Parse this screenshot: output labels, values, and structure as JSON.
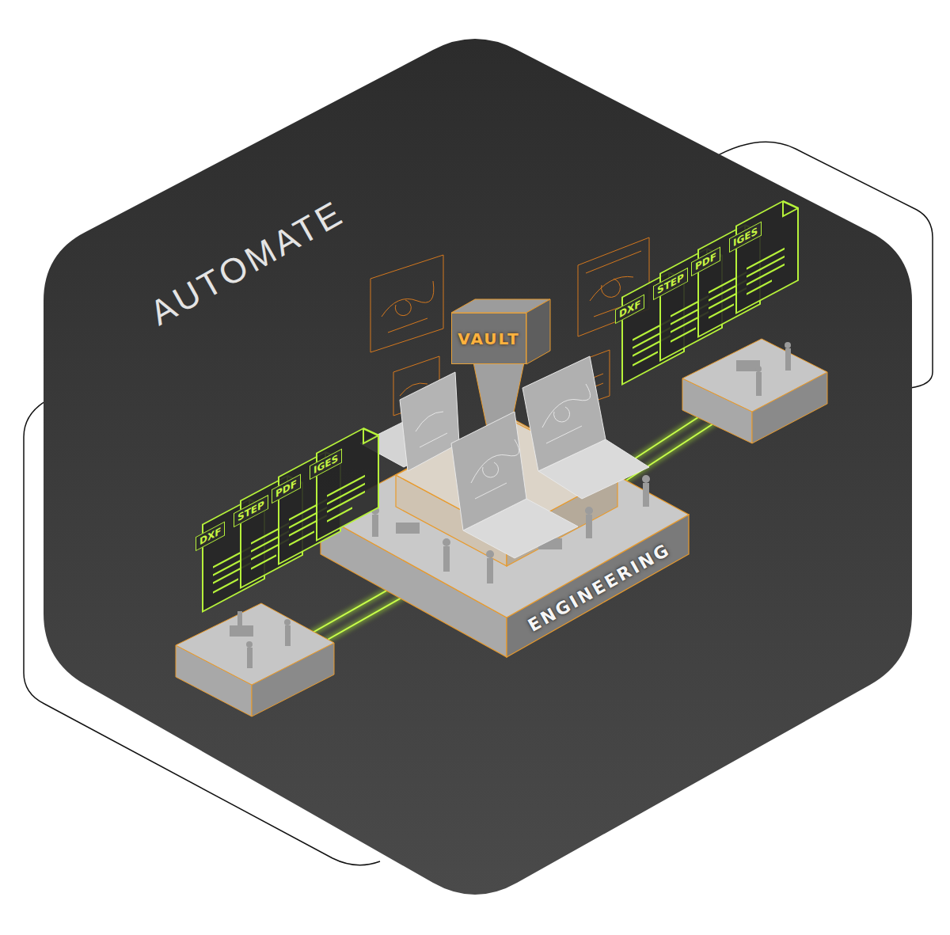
{
  "diagram": {
    "title": "AUTOMATE",
    "nodes": [
      {
        "text": [
          "VAULT"
        ]
      },
      {
        "text": [
          "DXF"
        ]
      },
      {
        "text": [
          "STEP"
        ]
      },
      {
        "text": [
          "PDF"
        ]
      },
      {
        "text": [
          "IGES"
        ]
      },
      {
        "text": [
          "DXF"
        ]
      },
      {
        "text": [
          "STEP"
        ]
      },
      {
        "text": [
          "PDF"
        ]
      },
      {
        "text": [
          "IGES"
        ]
      },
      {
        "text": [
          "ENGINEERING"
        ]
      }
    ]
  }
}
